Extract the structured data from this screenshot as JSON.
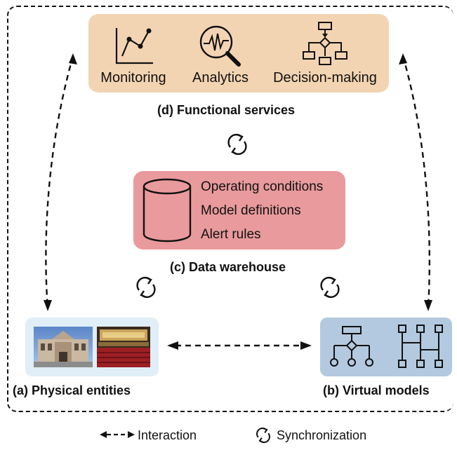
{
  "functional_services": {
    "caption": "(d) Functional services",
    "items": [
      "Monitoring",
      "Analytics",
      "Decision-making"
    ]
  },
  "data_warehouse": {
    "caption": "(c) Data warehouse",
    "items": [
      "Operating conditions",
      "Model definitions",
      "Alert rules"
    ]
  },
  "physical_entities": {
    "caption": "(a) Physical entities"
  },
  "virtual_models": {
    "caption": "(b) Virtual models"
  },
  "legend": {
    "interaction": "Interaction",
    "synchronization": "Synchronization"
  },
  "icons": {
    "monitoring": "line-chart-icon",
    "analytics": "magnifier-waveform-icon",
    "decision": "flowchart-icon",
    "database": "database-cylinder-icon",
    "tree": "hierarchy-tree-icon",
    "grid": "grid-structure-icon",
    "sync": "sync-arrows-icon"
  },
  "colors": {
    "functional_bg": "#f3d4b2",
    "warehouse_bg": "#e99a9c",
    "physical_bg": "#dfeef7",
    "virtual_bg": "#b3c9df"
  }
}
